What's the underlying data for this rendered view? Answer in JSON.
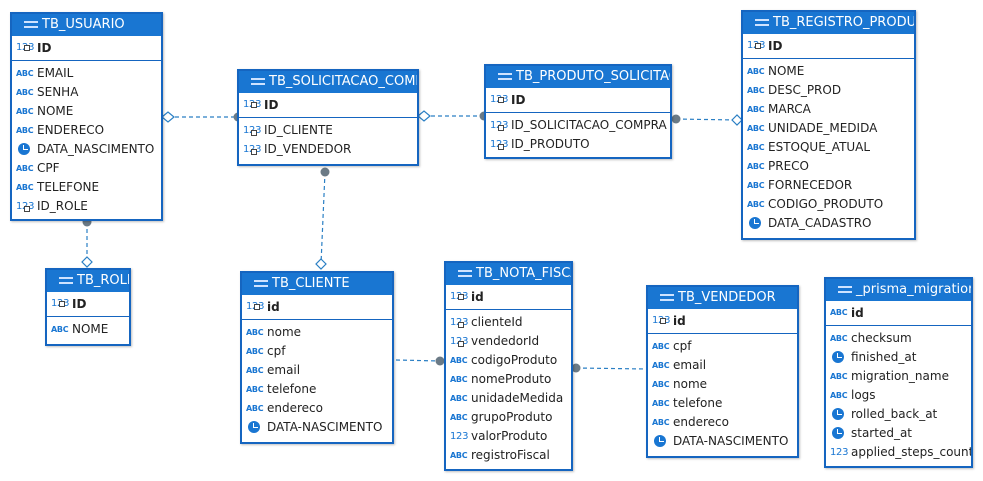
{
  "tables": [
    {
      "key": "usuario",
      "title": "TB_USUARIO",
      "pk": {
        "name": "ID",
        "type": "num"
      },
      "fields": [
        {
          "name": "EMAIL",
          "type": "abc"
        },
        {
          "name": "SENHA",
          "type": "abc"
        },
        {
          "name": "NOME",
          "type": "abc"
        },
        {
          "name": "ENDERECO",
          "type": "abc"
        },
        {
          "name": "DATA_NASCIMENTO",
          "type": "date"
        },
        {
          "name": "CPF",
          "type": "abc"
        },
        {
          "name": "TELEFONE",
          "type": "abc"
        },
        {
          "name": "ID_ROLE",
          "type": "fk"
        }
      ]
    },
    {
      "key": "solicitacao",
      "title": "TB_SOLICITACAO_COMPRA",
      "pk": {
        "name": "ID",
        "type": "num"
      },
      "fields": [
        {
          "name": "ID_CLIENTE",
          "type": "fk"
        },
        {
          "name": "ID_VENDEDOR",
          "type": "fk"
        }
      ]
    },
    {
      "key": "produto_solicitacao",
      "title": "TB_PRODUTO_SOLICITACAO",
      "pk": {
        "name": "ID",
        "type": "num"
      },
      "fields": [
        {
          "name": "ID_SOLICITACAO_COMPRA",
          "type": "num"
        },
        {
          "name": "ID_PRODUTO",
          "type": "fk"
        }
      ]
    },
    {
      "key": "registro_produto",
      "title": "TB_REGISTRO_PRODUTO",
      "pk": {
        "name": "ID",
        "type": "num"
      },
      "fields": [
        {
          "name": "NOME",
          "type": "abc"
        },
        {
          "name": "DESC_PROD",
          "type": "abc"
        },
        {
          "name": "MARCA",
          "type": "abc"
        },
        {
          "name": "UNIDADE_MEDIDA",
          "type": "abc"
        },
        {
          "name": "ESTOQUE_ATUAL",
          "type": "abc"
        },
        {
          "name": "PRECO",
          "type": "abc"
        },
        {
          "name": "FORNECEDOR",
          "type": "abc"
        },
        {
          "name": "CODIGO_PRODUTO",
          "type": "abc"
        },
        {
          "name": "DATA_CADASTRO",
          "type": "date"
        }
      ]
    },
    {
      "key": "roles",
      "title": "TB_ROLES",
      "pk": {
        "name": "ID",
        "type": "num"
      },
      "fields": [
        {
          "name": "NOME",
          "type": "abc"
        }
      ]
    },
    {
      "key": "cliente",
      "title": "TB_CLIENTE",
      "pk": {
        "name": "id",
        "type": "num"
      },
      "fields": [
        {
          "name": "nome",
          "type": "abc"
        },
        {
          "name": "cpf",
          "type": "abck"
        },
        {
          "name": "email",
          "type": "abck"
        },
        {
          "name": "telefone",
          "type": "abc"
        },
        {
          "name": "endereco",
          "type": "abc"
        },
        {
          "name": "DATA-NASCIMENTO",
          "type": "date"
        }
      ]
    },
    {
      "key": "nota_fiscal",
      "title": "TB_NOTA_FISCAL",
      "pk": {
        "name": "id",
        "type": "num"
      },
      "fields": [
        {
          "name": "clienteId",
          "type": "fk"
        },
        {
          "name": "vendedorId",
          "type": "fk"
        },
        {
          "name": "codigoProduto",
          "type": "abc"
        },
        {
          "name": "nomeProduto",
          "type": "abc"
        },
        {
          "name": "unidadeMedida",
          "type": "abc"
        },
        {
          "name": "grupoProduto",
          "type": "abck"
        },
        {
          "name": "valorProduto",
          "type": "numplain"
        },
        {
          "name": "registroFiscal",
          "type": "abc"
        }
      ]
    },
    {
      "key": "vendedor",
      "title": "TB_VENDEDOR",
      "pk": {
        "name": "id",
        "type": "num"
      },
      "fields": [
        {
          "name": "cpf",
          "type": "abck"
        },
        {
          "name": "email",
          "type": "abck"
        },
        {
          "name": "nome",
          "type": "abc"
        },
        {
          "name": "telefone",
          "type": "abc"
        },
        {
          "name": "endereco",
          "type": "abc"
        },
        {
          "name": "DATA-NASCIMENTO",
          "type": "date"
        }
      ]
    },
    {
      "key": "prisma",
      "title": "_prisma_migrations",
      "pk": {
        "name": "id",
        "type": "abck"
      },
      "fields": [
        {
          "name": "checksum",
          "type": "abc"
        },
        {
          "name": "finished_at",
          "type": "date"
        },
        {
          "name": "migration_name",
          "type": "abc"
        },
        {
          "name": "logs",
          "type": "abc"
        },
        {
          "name": "rolled_back_at",
          "type": "date"
        },
        {
          "name": "started_at",
          "type": "date"
        },
        {
          "name": "applied_steps_count",
          "type": "numplain"
        }
      ]
    }
  ],
  "icon_labels": {
    "abc": "ABC",
    "num": "123"
  },
  "colors": {
    "header": "#1976d2",
    "border": "#1565c0",
    "link": "#2a7fc4"
  }
}
